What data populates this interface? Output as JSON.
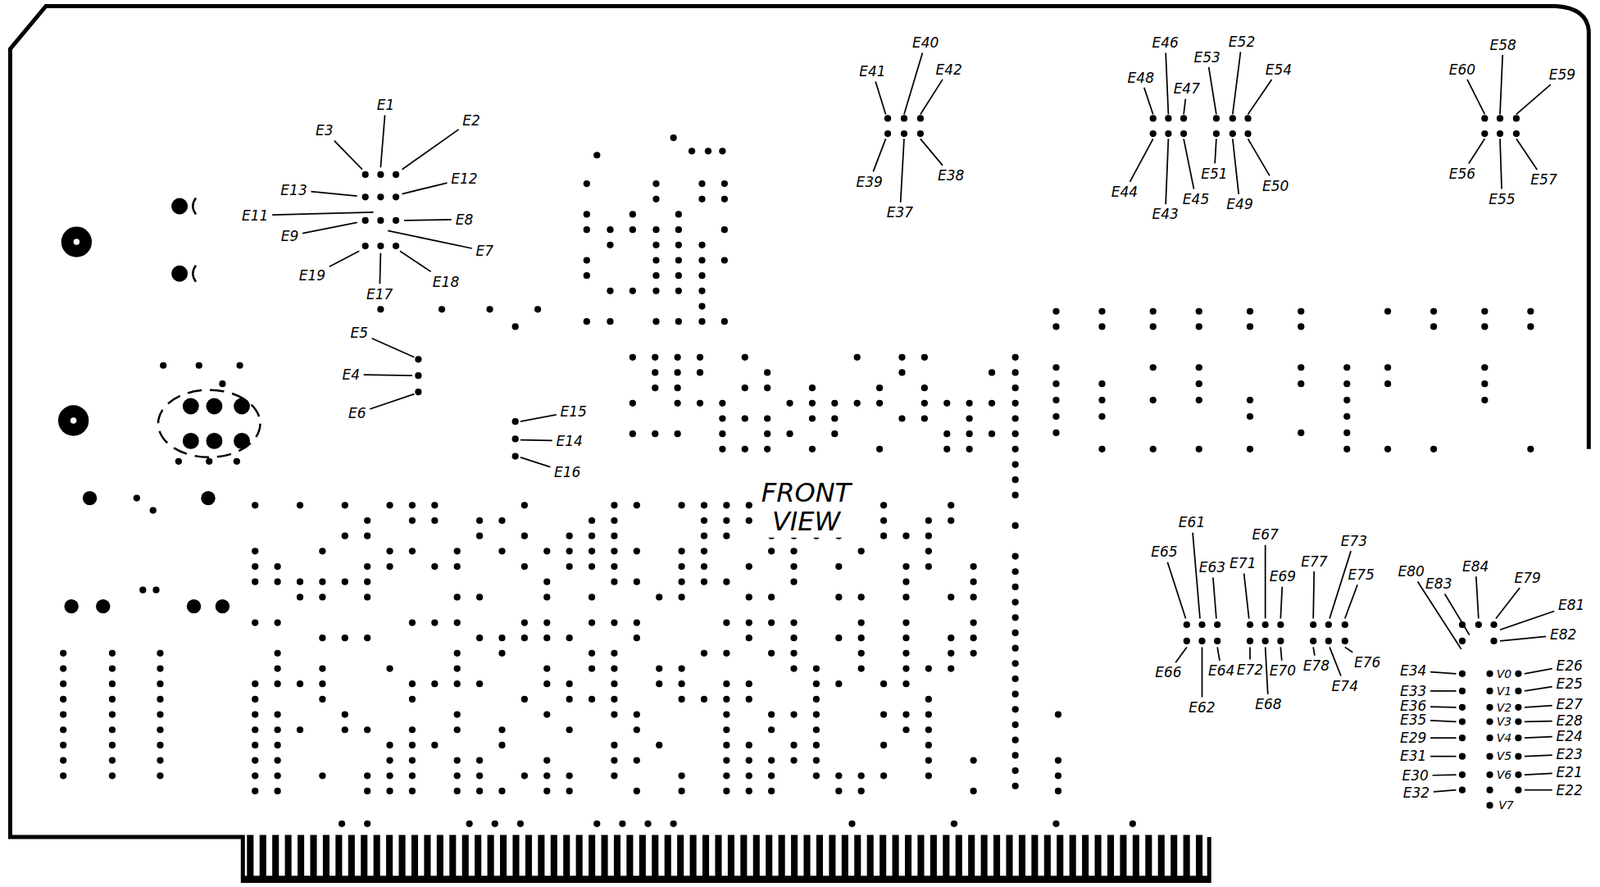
{
  "diagram": {
    "labels": [
      "E40",
      "E41",
      "E42",
      "E39",
      "E38",
      "E37",
      "E46",
      "E52",
      "E53",
      "E54",
      "E48",
      "E47",
      "E44",
      "E45",
      "E43",
      "E51",
      "E49",
      "E50",
      "E58",
      "E60",
      "E59",
      "E56",
      "E57",
      "E55",
      "E1",
      "E3",
      "E2",
      "E13",
      "E12",
      "E11",
      "E9",
      "E8",
      "E7",
      "E19",
      "E18",
      "E17",
      "E5",
      "E4",
      "E6",
      "E15",
      "E14",
      "E16",
      "FRONT VIEW",
      "E61",
      "E65",
      "E63",
      "E71",
      "E67",
      "E69",
      "E77",
      "E73",
      "E75",
      "E66",
      "E64",
      "E62",
      "E72",
      "E70",
      "E68",
      "E78",
      "E74",
      "E76",
      "E80",
      "E83",
      "E84",
      "E79",
      "E81",
      "E82",
      "E34",
      "E33",
      "E36",
      "E35",
      "E29",
      "E31",
      "E30",
      "E32",
      "V0",
      "V1",
      "V2",
      "V3",
      "V4",
      "V5",
      "V6",
      "V7",
      "E26",
      "E25",
      "E27",
      "E28",
      "E24",
      "E23",
      "E21",
      "E22"
    ]
  }
}
